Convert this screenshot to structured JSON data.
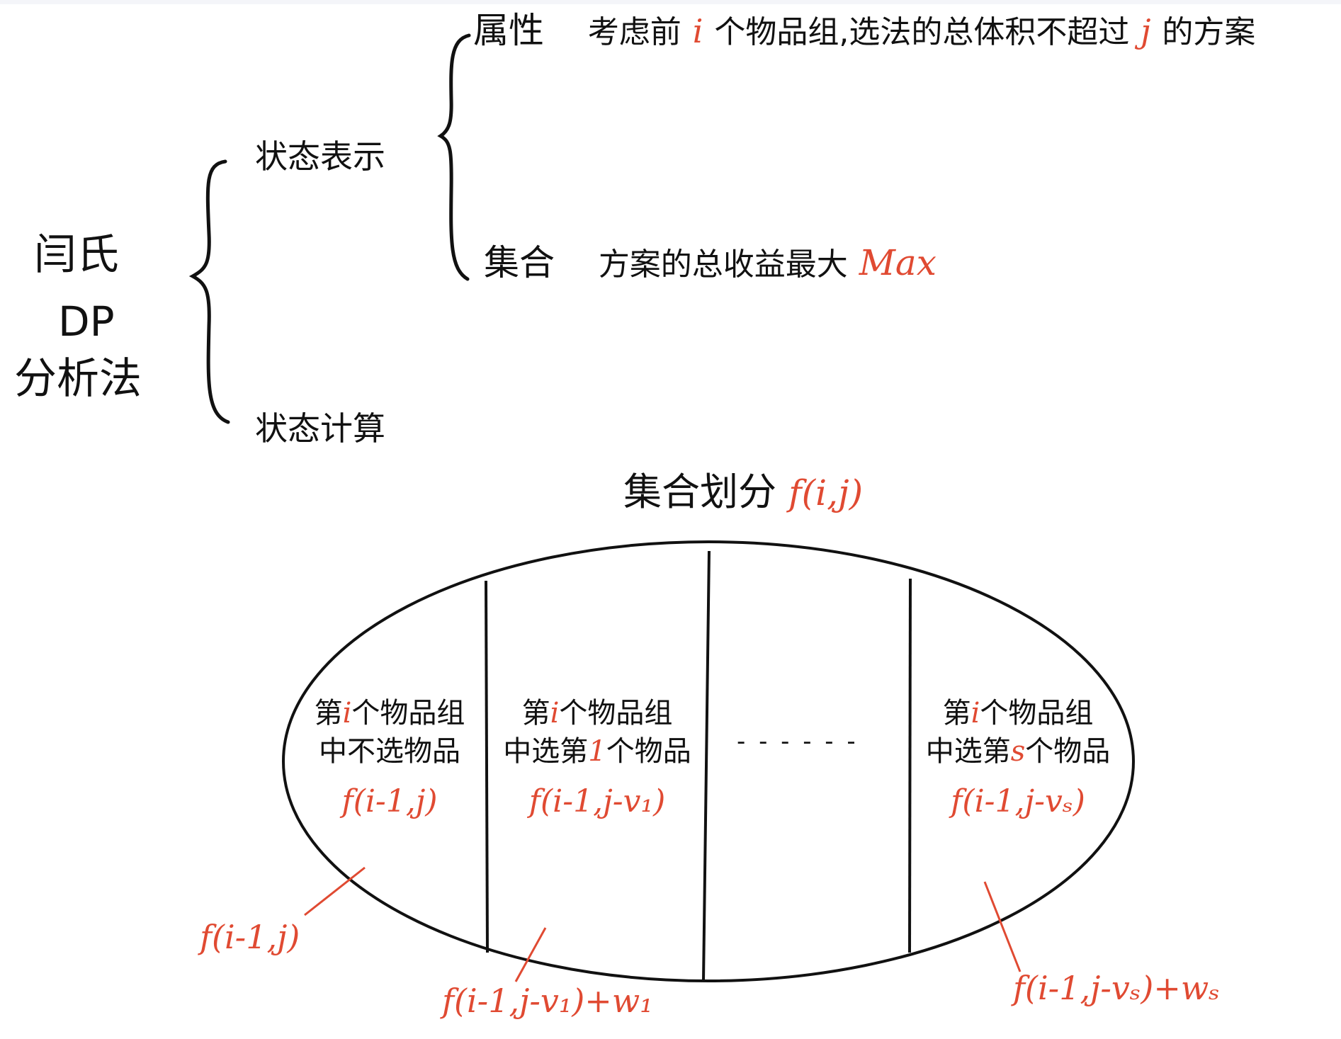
{
  "method": {
    "line1": "闫氏",
    "line2": "DP",
    "line3": "分析法"
  },
  "state_representation": {
    "label": "状态表示",
    "attribute": {
      "label": "属性",
      "text_a": "考虑前",
      "var_i": "i",
      "text_b": "个物品组,选法的总体积不超过",
      "var_j": "j",
      "text_c": "的方案"
    },
    "set": {
      "label": "集合",
      "text": "方案的总收益最大",
      "max": "Max"
    }
  },
  "state_computation": {
    "label": "状态计算"
  },
  "partition": {
    "title": "集合划分",
    "title_expr": "f(i,j)",
    "ellipsis": "- - - - - -",
    "cells": [
      {
        "p1": "第",
        "v1": "i",
        "p2": "个物品组",
        "line2_a": "中不选物品",
        "line2_v": "",
        "line2_b": "",
        "expr": "f(i-1,j)",
        "result": "f(i-1,j)"
      },
      {
        "p1": "第",
        "v1": "i",
        "p2": "个物品组",
        "line2_a": "中选第",
        "line2_v": "1",
        "line2_b": "个物品",
        "expr": "f(i-1,j-v₁)",
        "result": "f(i-1,j-v₁)+w₁"
      },
      {
        "p1": "第",
        "v1": "i",
        "p2": "个物品组",
        "line2_a": "中选第",
        "line2_v": "s",
        "line2_b": "个物品",
        "expr": "f(i-1,j-vₛ)",
        "result": "f(i-1,j-vₛ)+wₛ"
      }
    ]
  },
  "colors": {
    "ink": "#111111",
    "accent_red": "#e04a32"
  }
}
